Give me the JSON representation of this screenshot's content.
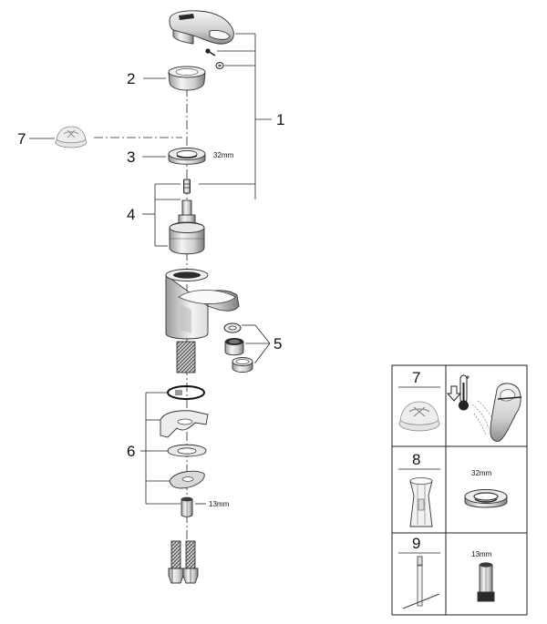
{
  "callouts": {
    "c1": "1",
    "c2": "2",
    "c3": "3",
    "c4": "4",
    "c5": "5",
    "c6": "6",
    "c7": "7"
  },
  "dimensions": {
    "nut_size": "32mm",
    "hex_size": "13mm"
  },
  "legend": {
    "r1_num": "7",
    "r2_num": "8",
    "r2_size": "32mm",
    "r3_num": "9",
    "r3_size": "13mm"
  },
  "colors": {
    "line": "#222222",
    "chrome_light": "#ececec",
    "chrome_mid": "#c9c9c9",
    "chrome_dark": "#8a8a8a"
  }
}
